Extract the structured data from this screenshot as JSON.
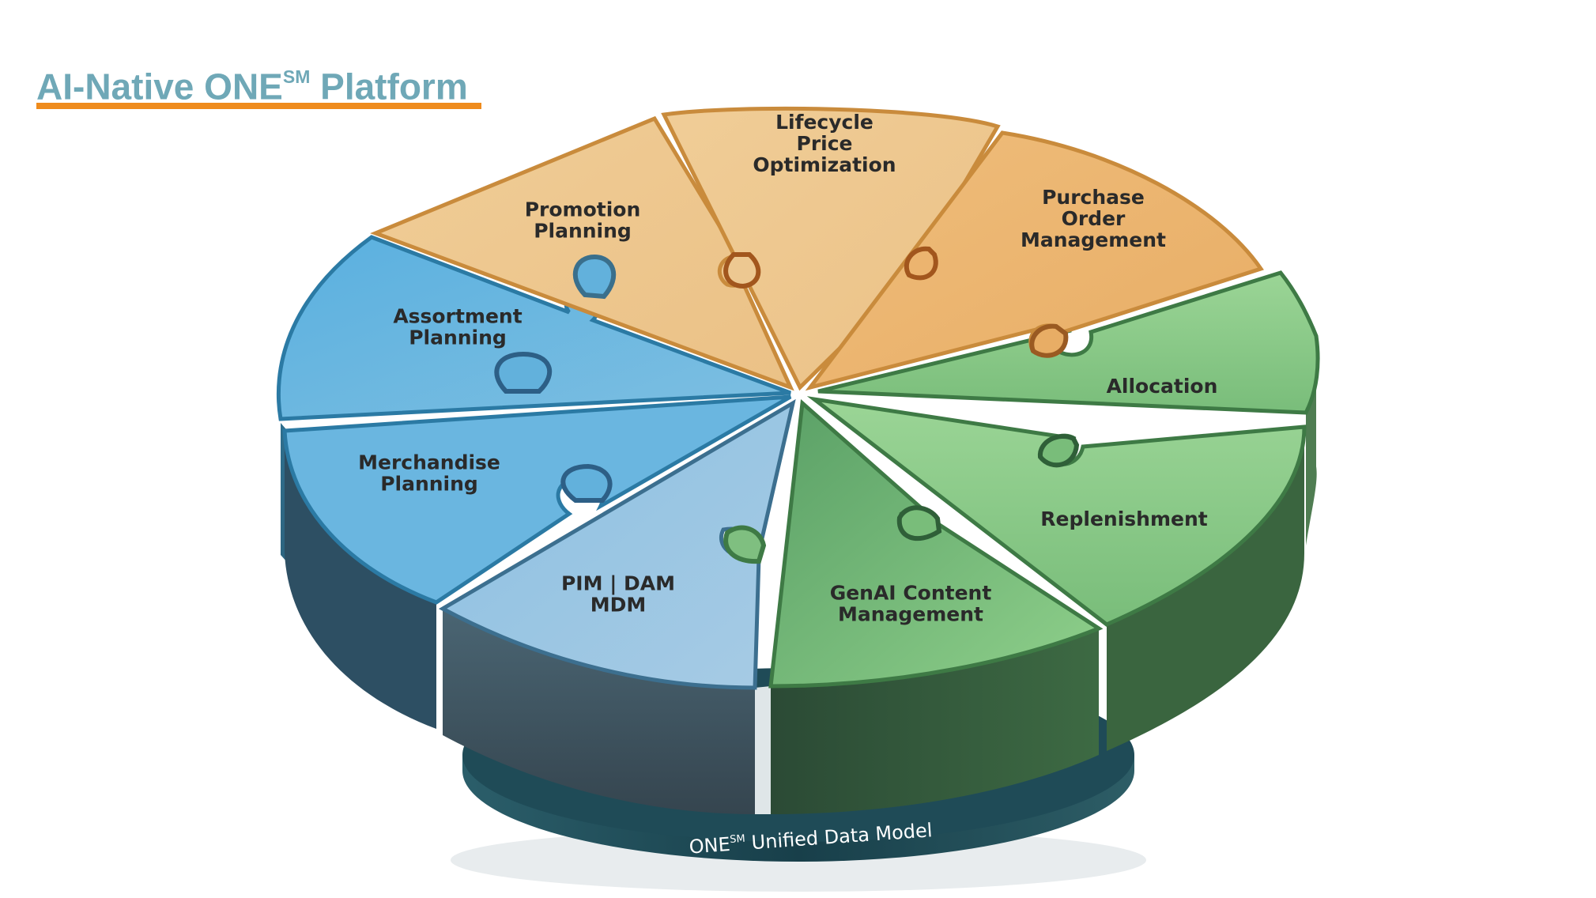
{
  "title": {
    "main": "AI-Native ONE",
    "sup": "SM",
    "rest": " Platform"
  },
  "colors": {
    "title": "#6fa8b7",
    "underline": "#ef8b1c",
    "peach": "#edc891",
    "orange": "#ecb46f",
    "blue": "#62b1dc",
    "light_blue": "#a3c9e5",
    "green": "#92ce8e",
    "dark_green": "#6bb06e",
    "base": "#224a55"
  },
  "segments": [
    {
      "id": "promotion",
      "lines": [
        "Promotion",
        "Planning"
      ]
    },
    {
      "id": "lifecycle",
      "lines": [
        "Lifecycle",
        "Price",
        "Optimization"
      ]
    },
    {
      "id": "purchase",
      "lines": [
        "Purchase",
        "Order",
        "Management"
      ]
    },
    {
      "id": "allocation",
      "lines": [
        "Allocation"
      ]
    },
    {
      "id": "replenishment",
      "lines": [
        "Replenishment"
      ]
    },
    {
      "id": "genai",
      "lines": [
        "GenAI Content",
        "Management"
      ]
    },
    {
      "id": "pim",
      "lines": [
        "PIM | DAM",
        "MDM"
      ]
    },
    {
      "id": "merchandise",
      "lines": [
        "Merchandise",
        "Planning"
      ]
    },
    {
      "id": "assortment",
      "lines": [
        "Assortment",
        "Planning"
      ]
    }
  ],
  "base": {
    "prefix": "ONE",
    "sup": "SM",
    "suffix": " Unified Data Model"
  }
}
